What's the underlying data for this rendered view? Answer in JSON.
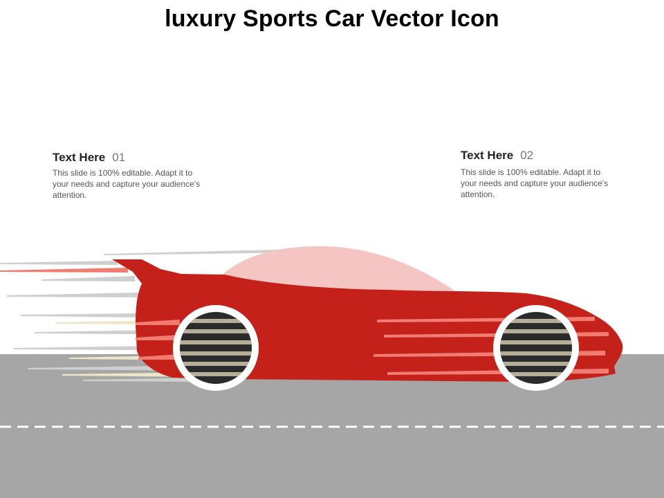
{
  "slide": {
    "title": "luxury Sports Car Vector Icon"
  },
  "text_blocks": [
    {
      "heading": "Text Here",
      "number": "01",
      "body": "This slide is 100% editable. Adapt it to your needs and capture your audience's attention."
    },
    {
      "heading": "Text Here",
      "number": "02",
      "body": "This slide is 100% editable. Adapt it to your needs and capture your audience's attention."
    }
  ],
  "illustration": {
    "car_icon": "sports-car",
    "colors": {
      "car_body": "#C4211A",
      "canopy": "#F4C5C2",
      "wheel_rim": "#FFFFFF",
      "wheel_dark": "#2B2B2B",
      "wheel_stripe": "#B5AE98",
      "road": "#A6A6A6",
      "lane_marking": "#FFFFFF",
      "speed_lines_gray": "#CFCFCF",
      "speed_lines_red": "#F07C72",
      "speed_lines_cream": "#EEE6C9"
    }
  }
}
